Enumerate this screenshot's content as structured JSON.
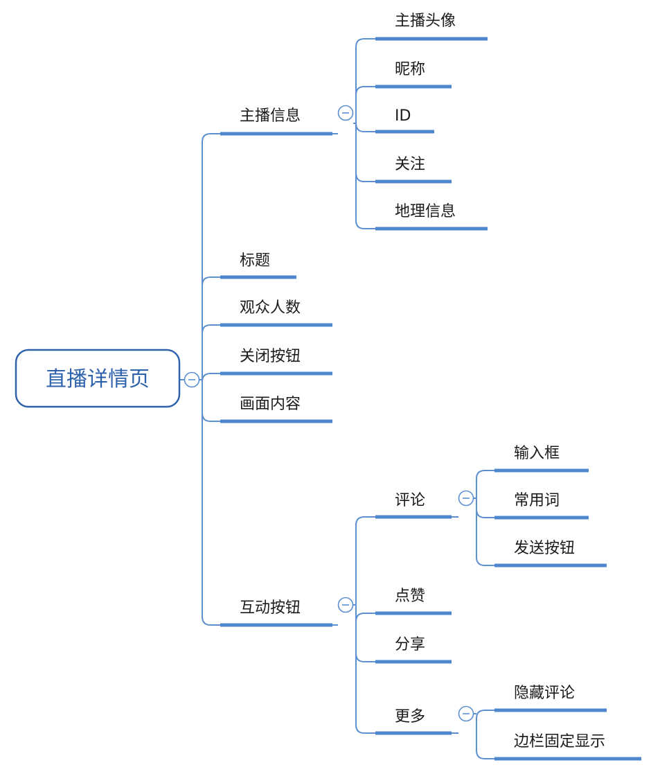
{
  "root": {
    "label": "直播详情页"
  },
  "branches": [
    {
      "label": "主播信息",
      "children": [
        {
          "label": "主播头像"
        },
        {
          "label": "昵称"
        },
        {
          "label": "ID"
        },
        {
          "label": "关注"
        },
        {
          "label": "地理信息"
        }
      ]
    },
    {
      "label": "标题"
    },
    {
      "label": "观众人数"
    },
    {
      "label": "关闭按钮"
    },
    {
      "label": "画面内容"
    },
    {
      "label": "互动按钮",
      "children": [
        {
          "label": "评论",
          "children": [
            {
              "label": "输入框"
            },
            {
              "label": "常用词"
            },
            {
              "label": "发送按钮"
            }
          ]
        },
        {
          "label": "点赞"
        },
        {
          "label": "分享"
        },
        {
          "label": "更多",
          "children": [
            {
              "label": "隐藏评论"
            },
            {
              "label": "边栏固定显示"
            }
          ]
        }
      ]
    }
  ],
  "colors": {
    "connector": "#5b8fd0",
    "underline": "#4f87cf",
    "root_border": "#2f62ad",
    "root_text": "#2f62ad",
    "text": "#1a1a1a"
  },
  "icons": {
    "toggle": "collapse-minus-icon"
  }
}
